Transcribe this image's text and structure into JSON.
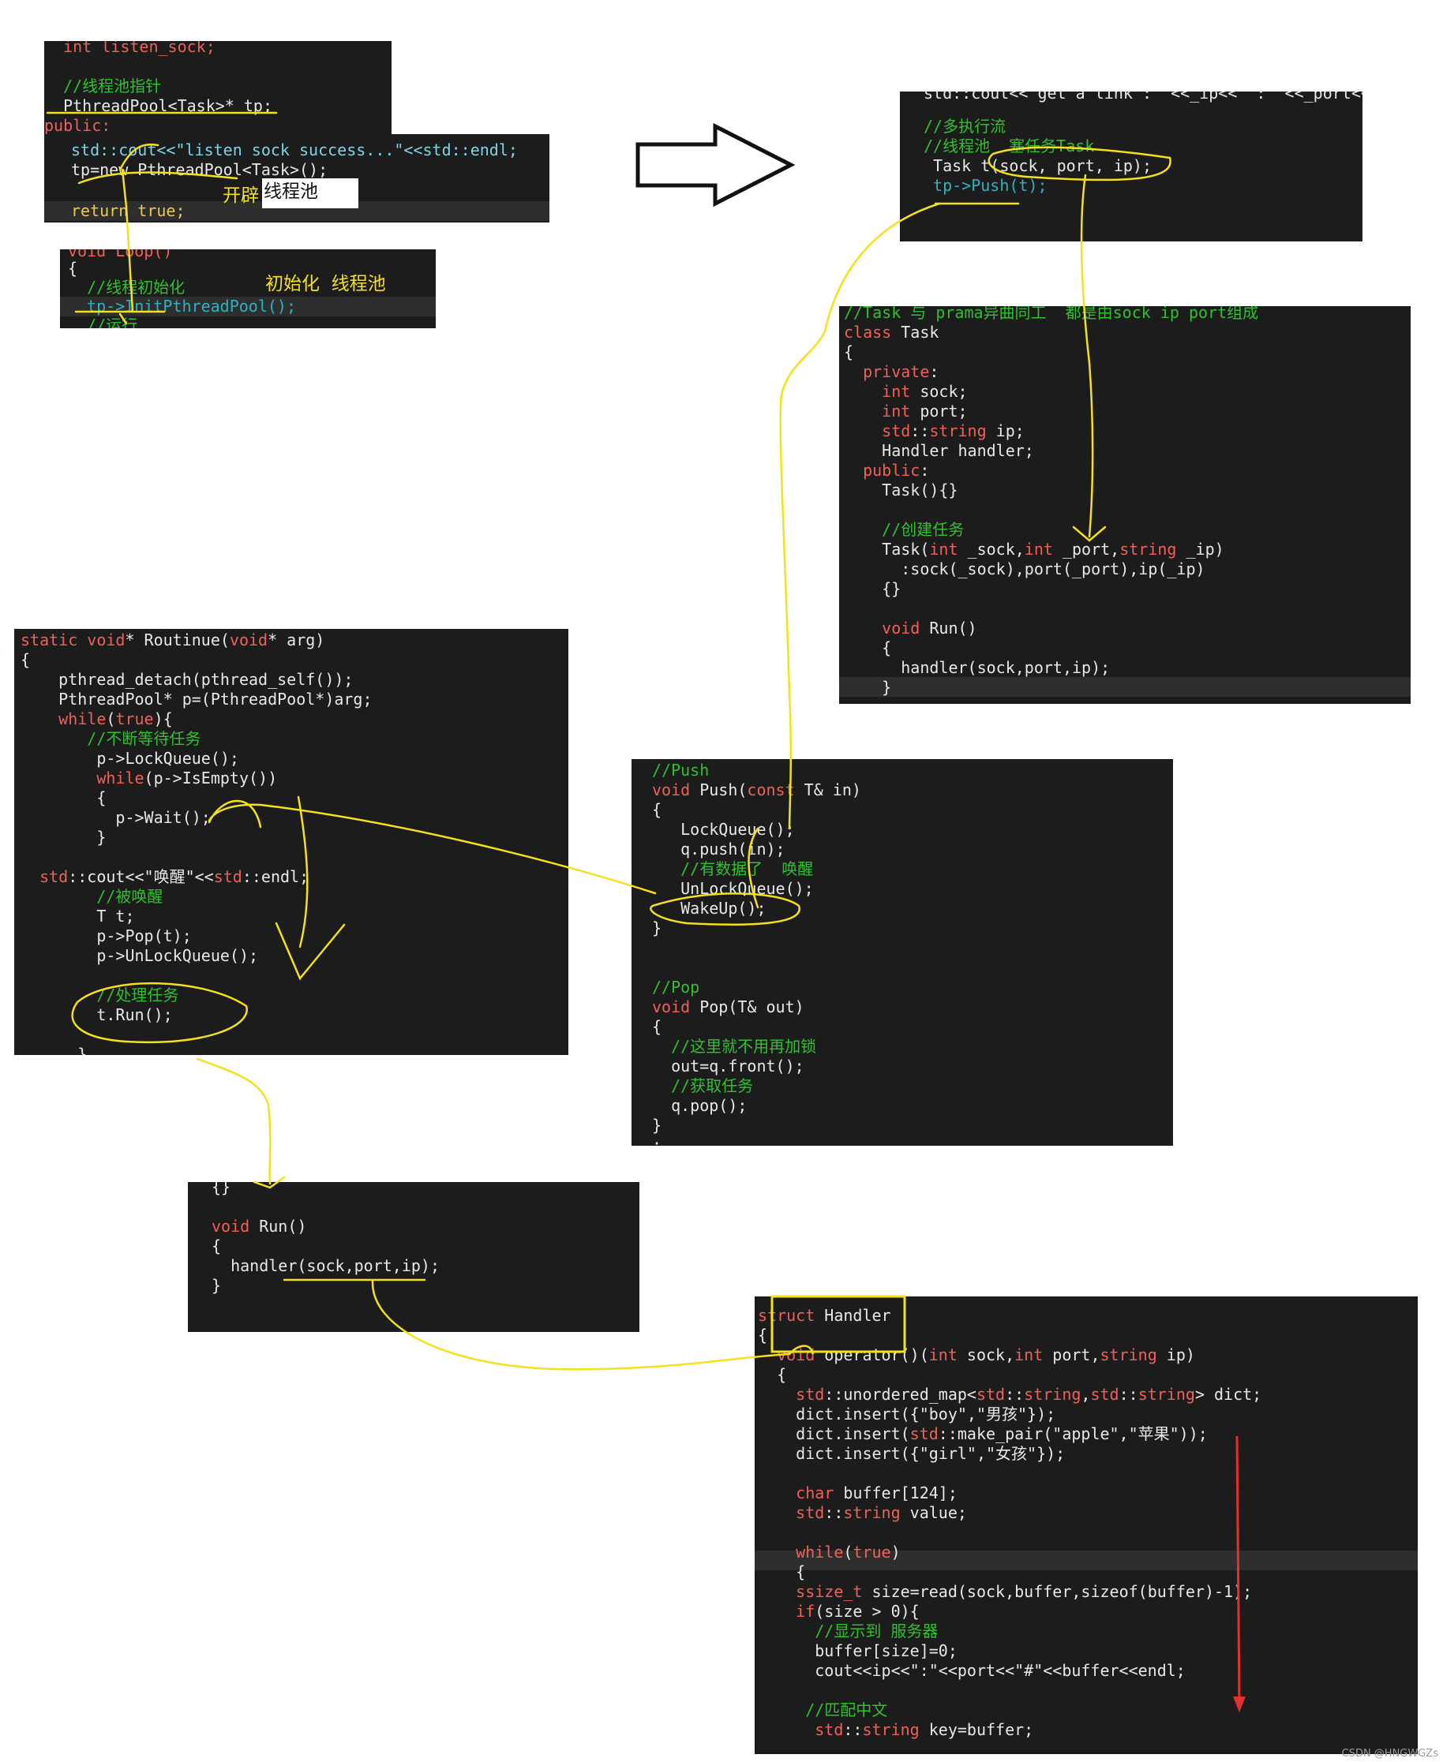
{
  "panels": {
    "init": {
      "lines": [
        "  int listen_sock;",
        "",
        "  //线程池指针",
        "  PthreadPool<Task>* tp;",
        "public:"
      ]
    },
    "success": {
      "lines": [
        "std::cout<<\"listen sock success...\"<<std::endl;",
        "tp=new PthreadPool<Task>();",
        "",
        "return true;"
      ],
      "annotation": "开辟",
      "boxed_label": "线程池"
    },
    "loop": {
      "lines": [
        "void Loop()",
        "{",
        "  //线程初始化",
        "  tp->InitPthreadPool();",
        "  //运行"
      ],
      "annotation": "初始化  线程池"
    },
    "push_task": {
      "lines": [
        "std::cout<<\"get a link : \"<<_ip<<\" : \"<<_port<<",
        "",
        "//多执行流",
        "//线程池  塞任务Task",
        " Task t(sock, port, ip);",
        " tp->Push(t);"
      ]
    },
    "task_class": {
      "lines": [
        "//Task 与 prama异曲同工  都是由sock ip port组成",
        "class Task",
        "{",
        "  private:",
        "    int sock;",
        "    int port;",
        "    std::string ip;",
        "    Handler handler;",
        "  public:",
        "    Task(){}",
        "",
        "    //创建任务",
        "    Task(int _sock,int _port,string _ip)",
        "      :sock(_sock),port(_port),ip(_ip)",
        "    {}",
        "",
        "    void Run()",
        "    {",
        "      handler(sock,port,ip);",
        "    }"
      ]
    },
    "routine": {
      "lines": [
        "static void* Routinue(void* arg)",
        "{",
        "    pthread_detach(pthread_self());",
        "    PthreadPool* p=(PthreadPool*)arg;",
        "    while(true){",
        "       //不断等待任务",
        "        p->LockQueue();",
        "        while(p->IsEmpty())",
        "        {",
        "          p->Wait();",
        "        }",
        "",
        "  std::cout<<\"唤醒\"<<std::endl;",
        "        //被唤醒",
        "        T t;",
        "        p->Pop(t);",
        "        p->UnLockQueue();",
        "",
        "        //处理任务",
        "        t.Run();",
        "",
        "      }"
      ]
    },
    "push_pop": {
      "lines": [
        "//Push",
        "void Push(const T& in)",
        "{",
        "   LockQueue();",
        "   q.push(in);",
        "   //有数据了  唤醒",
        "   UnLockQueue();",
        "   WakeUp();",
        "}",
        "",
        "",
        "//Pop",
        "void Pop(T& out)",
        "{",
        "  //这里就不用再加锁",
        "  out=q.front();",
        "  //获取任务",
        "  q.pop();",
        "}",
        ";"
      ]
    },
    "run": {
      "lines": [
        "{}",
        "",
        "void Run()",
        "{",
        "  handler(sock,port,ip);",
        "}"
      ]
    },
    "handler": {
      "lines": [
        "struct Handler",
        "{",
        "  void operator()(int sock,int port,string ip)",
        "  {",
        "    std::unordered_map<std::string,std::string> dict;",
        "    dict.insert({\"boy\",\"男孩\"});",
        "    dict.insert(std::make_pair(\"apple\",\"苹果\"));",
        "    dict.insert({\"girl\",\"女孩\"});",
        "",
        "    char buffer[124];",
        "    std::string value;",
        "",
        "    while(true)",
        "    {",
        "    ssize_t size=read(sock,buffer,sizeof(buffer)-1);",
        "    if(size > 0){",
        "      //显示到 服务器",
        "      buffer[size]=0;",
        "      cout<<ip<<\":\"<<port<<\"#\"<<buffer<<endl;",
        "",
        "     //匹配中文",
        "      std::string key=buffer;"
      ]
    }
  },
  "watermark": "CSDN @HNGWGZs",
  "colors": {
    "panel_bg": "#1c1c1c",
    "keyword": "#f0605a",
    "function": "#2bb3c4",
    "comment": "#30c030",
    "annotation": "#f5e11a",
    "arrow_red": "#e03030"
  },
  "icons": [
    "big-right-arrow",
    "red-down-arrow"
  ]
}
